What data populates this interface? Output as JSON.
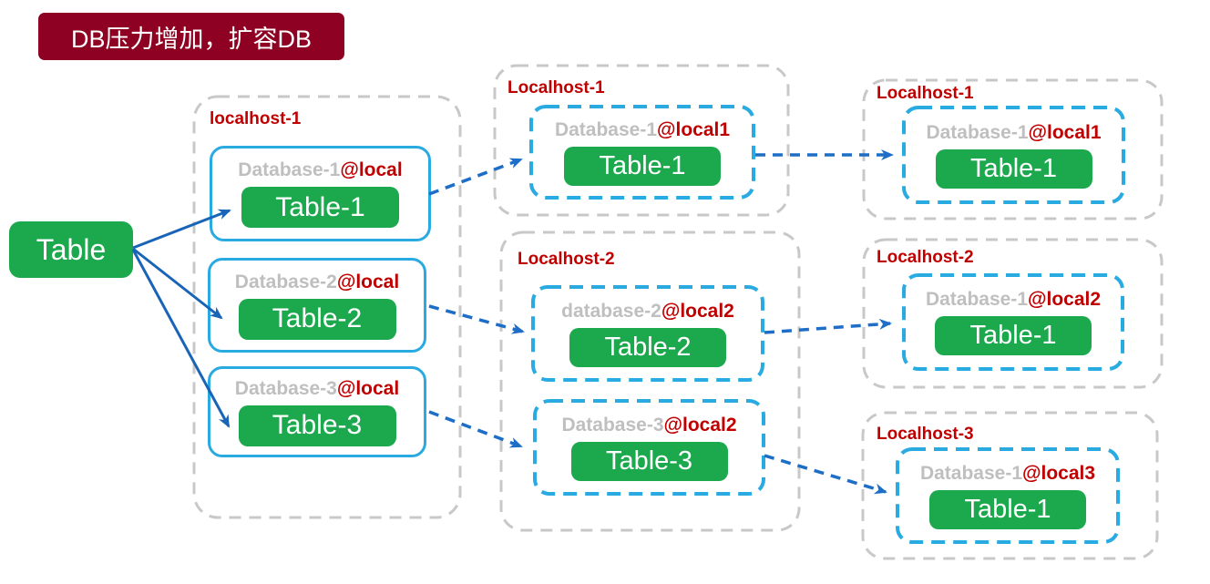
{
  "title": {
    "label": "DB压力增加，扩容DB"
  },
  "source": {
    "label": "Table"
  },
  "left_host": {
    "label": "localhost-1",
    "databases": [
      {
        "name": "Database-1",
        "at": "@local",
        "table": "Table-1"
      },
      {
        "name": "Database-2",
        "at": "@local",
        "table": "Table-2"
      },
      {
        "name": "Database-3",
        "at": "@local",
        "table": "Table-3"
      }
    ]
  },
  "middle_hosts": [
    {
      "label": "Localhost-1",
      "databases": [
        {
          "name": "Database-1",
          "at": "@local1",
          "table": "Table-1"
        }
      ]
    },
    {
      "label": "Localhost-2",
      "databases": [
        {
          "name": "database-2",
          "at": "@local2",
          "table": "Table-2"
        },
        {
          "name": "Database-3",
          "at": "@local2",
          "table": "Table-3"
        }
      ]
    }
  ],
  "right_hosts": [
    {
      "label": "Localhost-1",
      "databases": [
        {
          "name": "Database-1",
          "at": "@local1",
          "table": "Table-1"
        }
      ]
    },
    {
      "label": "Localhost-2",
      "databases": [
        {
          "name": "Database-1",
          "at": "@local2",
          "table": "Table-1"
        }
      ]
    },
    {
      "label": "Localhost-3",
      "databases": [
        {
          "name": "Database-1",
          "at": "@local3",
          "table": "Table-1"
        }
      ]
    }
  ],
  "colors": {
    "banner_bg": "#8E0122",
    "banner_text": "#FFFFFF",
    "host_label_red": "#C00000",
    "db_name_gray": "#BFBFBF",
    "db_suffix_red": "#C00000",
    "table_green": "#1CA94E",
    "box_border_blue": "#29ABE2",
    "container_dash_gray": "#C8C8C8",
    "arrow_blue": "#1A64B7"
  }
}
